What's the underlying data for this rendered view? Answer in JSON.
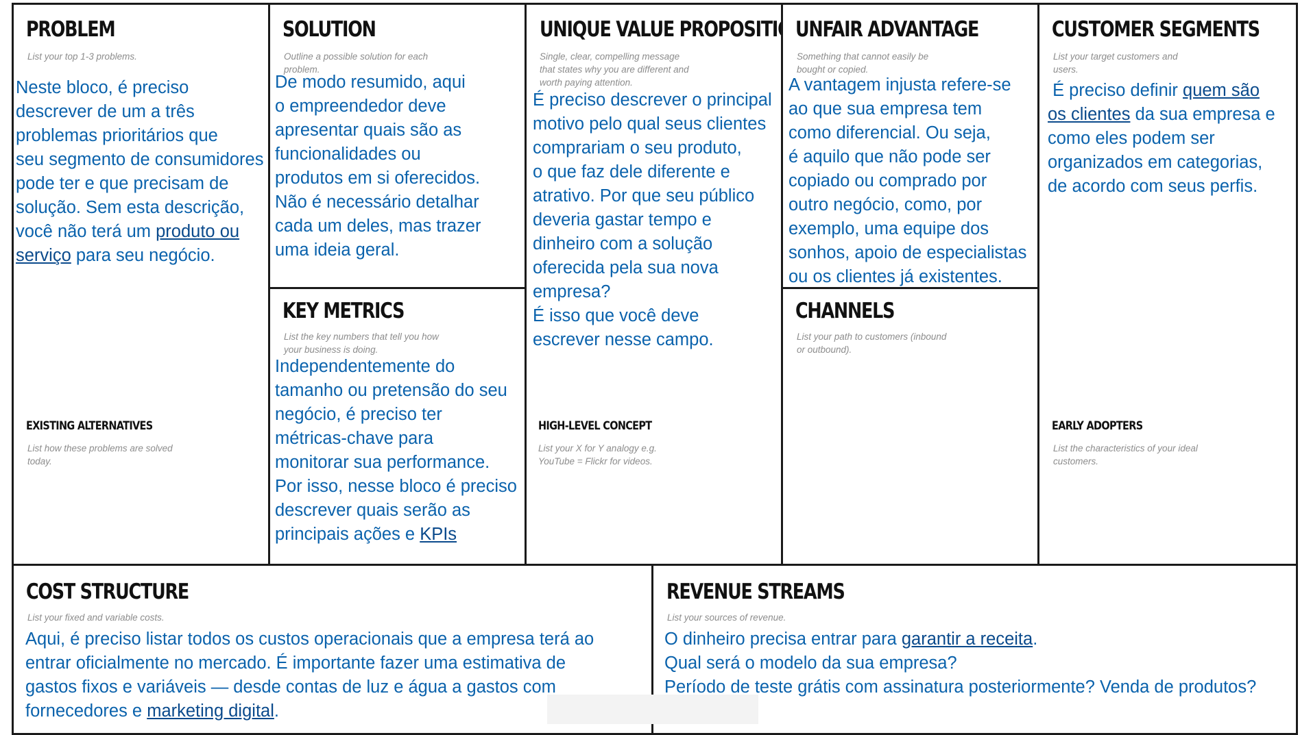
{
  "problem": {
    "title": "PROBLEM",
    "hint": "List your top 1-3 problems.",
    "body": {
      "line1": "Neste bloco, é preciso",
      "line2": "descrever de um a três",
      "line3": "problemas prioritários que",
      "line4": "seu segmento de consumidores",
      "line5": "pode ter e que precisam de",
      "line6": "solução. Sem esta descrição,",
      "line7_pre": "você não terá um ",
      "line7_link": "produto ou",
      "line8_link": "serviço",
      "line8_post": " para seu negócio."
    },
    "sub_title": "EXISTING ALTERNATIVES",
    "sub_hint": "List how these problems are solved today."
  },
  "solution": {
    "title": "SOLUTION",
    "hint": "Outline a possible solution for each problem.",
    "body": {
      "line1": "De modo resumido, aqui",
      "line2": "o empreendedor deve",
      "line3": "apresentar quais são as",
      "line4": "funcionalidades ou",
      "line5": "produtos em si oferecidos.",
      "line6": "Não é necessário detalhar",
      "line7": "cada um deles, mas trazer",
      "line8": "uma ideia geral."
    }
  },
  "key_metrics": {
    "title": "KEY METRICS",
    "hint": "List the key numbers that tell you how your business is doing.",
    "body": {
      "line1": "Independentemente do",
      "line2": "tamanho ou pretensão do seu",
      "line3": "negócio, é preciso ter",
      "line4": "métricas-chave para",
      "line5": "monitorar sua performance.",
      "line6": "Por isso, nesse bloco é preciso",
      "line7": "descrever quais serão as",
      "line8_pre": "principais ações e ",
      "line8_link": "KPIs"
    }
  },
  "uvp": {
    "title": "UNIQUE VALUE PROPOSITION",
    "hint": "Single, clear, compelling message that states why you are different and worth paying attention.",
    "body": {
      "line1": "É preciso descrever o principal",
      "line2": "motivo pelo qual seus clientes",
      "line3": "comprariam o seu produto,",
      "line4": "o que faz dele diferente e",
      "line5": "atrativo. Por que seu público",
      "line6": "deveria gastar tempo e",
      "line7": "dinheiro com a solução",
      "line8": "oferecida pela sua nova",
      "line9": "empresa?",
      "line10": "É isso que você deve",
      "line11": "escrever nesse campo."
    },
    "sub_title": "HIGH-LEVEL CONCEPT",
    "sub_hint": "List your X for Y analogy e.g. YouTube = Flickr for videos."
  },
  "unfair_advantage": {
    "title": "UNFAIR ADVANTAGE",
    "hint": "Something that cannot easily be bought or copied.",
    "body": {
      "line1": "A vantagem injusta refere-se",
      "line2": "ao que sua empresa tem",
      "line3": "como diferencial. Ou seja,",
      "line4": "é aquilo que não pode ser",
      "line5": "copiado ou comprado por",
      "line6": "outro negócio, como, por",
      "line7": "exemplo, uma equipe dos",
      "line8": "sonhos, apoio de especialistas",
      "line9": "ou os clientes já existentes."
    }
  },
  "channels": {
    "title": "CHANNELS",
    "hint": "List your path to customers (inbound or outbound)."
  },
  "customer_segments": {
    "title": "CUSTOMER SEGMENTS",
    "hint": "List your target customers and users.",
    "body": {
      "line1_pre": "É preciso definir ",
      "line1_link": "quem são ",
      "line2_link": "os clientes",
      "line2_post": " da sua empresa e",
      "line3": "como eles podem ser",
      "line4": "organizados em categorias,",
      "line5": "de acordo com seus perfis."
    },
    "sub_title": "EARLY ADOPTERS",
    "sub_hint": "List the characteristics of your ideal customers."
  },
  "cost_structure": {
    "title": "COST STRUCTURE",
    "hint": "List your fixed and variable costs.",
    "body": {
      "line1": "Aqui, é preciso listar todos os custos operacionais que a empresa terá ao",
      "line2": "entrar oficialmente no mercado. É importante fazer uma estimativa de",
      "line3": "gastos fixos e variáveis — desde contas de luz e água a gastos com",
      "line4_pre": "fornecedores e ",
      "line4_link": "marketing digital",
      "line4_post": "."
    }
  },
  "revenue_streams": {
    "title": "REVENUE STREAMS",
    "hint": "List your sources of revenue.",
    "body": {
      "line1_pre": "O dinheiro precisa entrar para ",
      "line1_link": "garantir a receita",
      "line1_post": ".",
      "line2": "Qual será o modelo da sua empresa?",
      "line3": "Período de teste grátis com assinatura posteriormente? Venda de produtos?"
    }
  }
}
